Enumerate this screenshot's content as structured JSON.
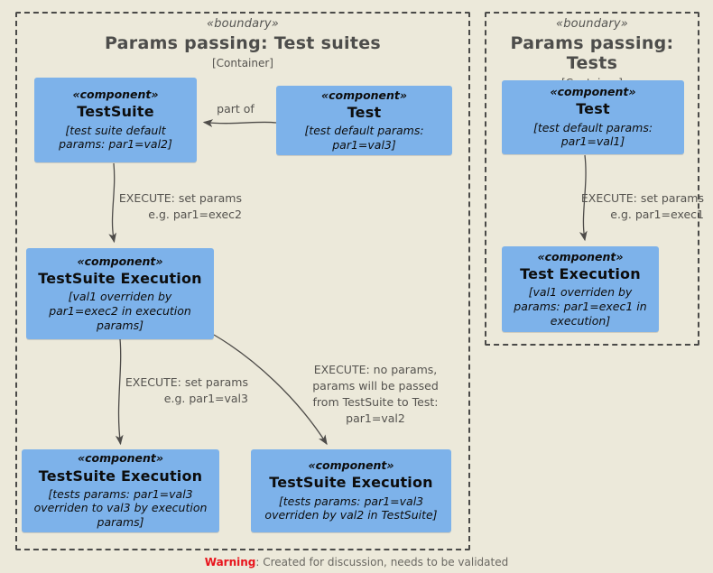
{
  "diagram": {
    "type": "uml-component-diagram",
    "background_color": "#ece9da",
    "component_fill": "#7db2ea",
    "boundary_border_color": "#4a4a48",
    "label_color": "#55534f",
    "warning_color": "#e8141c"
  },
  "boundaries": [
    {
      "id": "test-suites",
      "stereotype": "«boundary»",
      "title": "Params passing: Test suites",
      "subtitle": "[Container]"
    },
    {
      "id": "tests",
      "stereotype": "«boundary»",
      "title": "Params passing: Tests",
      "subtitle": "[Container]"
    }
  ],
  "components": [
    {
      "id": "testsuite",
      "stereotype": "«component»",
      "name": "TestSuite",
      "note": "[test suite default params: par1=val2]"
    },
    {
      "id": "test-left",
      "stereotype": "«component»",
      "name": "Test",
      "note": "[test default params: par1=val3]"
    },
    {
      "id": "testsuite-execution",
      "stereotype": "«component»",
      "name": "TestSuite Execution",
      "note": "[val1 overriden by par1=exec2 in execution params]"
    },
    {
      "id": "testsuite-execution-2",
      "stereotype": "«component»",
      "name": "TestSuite Execution",
      "note": "[tests params: par1=val3 overriden to val3 by execution params]"
    },
    {
      "id": "testsuite-execution-3",
      "stereotype": "«component»",
      "name": "TestSuite Execution",
      "note": "[tests params: par1=val3 overriden by val2 in TestSuite]"
    },
    {
      "id": "test-right",
      "stereotype": "«component»",
      "name": "Test",
      "note": "[test default params: par1=val1]"
    },
    {
      "id": "test-execution",
      "stereotype": "«component»",
      "name": "Test Execution",
      "note": "[val1 overriden by params: par1=exec1 in execution]"
    }
  ],
  "edges": [
    {
      "id": "part-of",
      "from": "test-left",
      "to": "testsuite",
      "label": "part of"
    },
    {
      "id": "execute-exec2",
      "from": "testsuite",
      "to": "testsuite-execution",
      "label": "EXECUTE: set params\ne.g. par1=exec2"
    },
    {
      "id": "execute-val3",
      "from": "testsuite-execution",
      "to": "testsuite-execution-2",
      "label": "EXECUTE: set params\ne.g. par1=val3"
    },
    {
      "id": "execute-no-params",
      "from": "testsuite-execution",
      "to": "testsuite-execution-3",
      "label": "EXECUTE: no params,\nparams will be passed\nfrom TestSuite to Test:\npar1=val2"
    },
    {
      "id": "execute-exec1",
      "from": "test-right",
      "to": "test-execution",
      "label": "EXECUTE: set params\ne.g. par1=exec1"
    }
  ],
  "footer": {
    "warning_label": "Warning",
    "text": ": Created for discussion, needs to be validated"
  }
}
